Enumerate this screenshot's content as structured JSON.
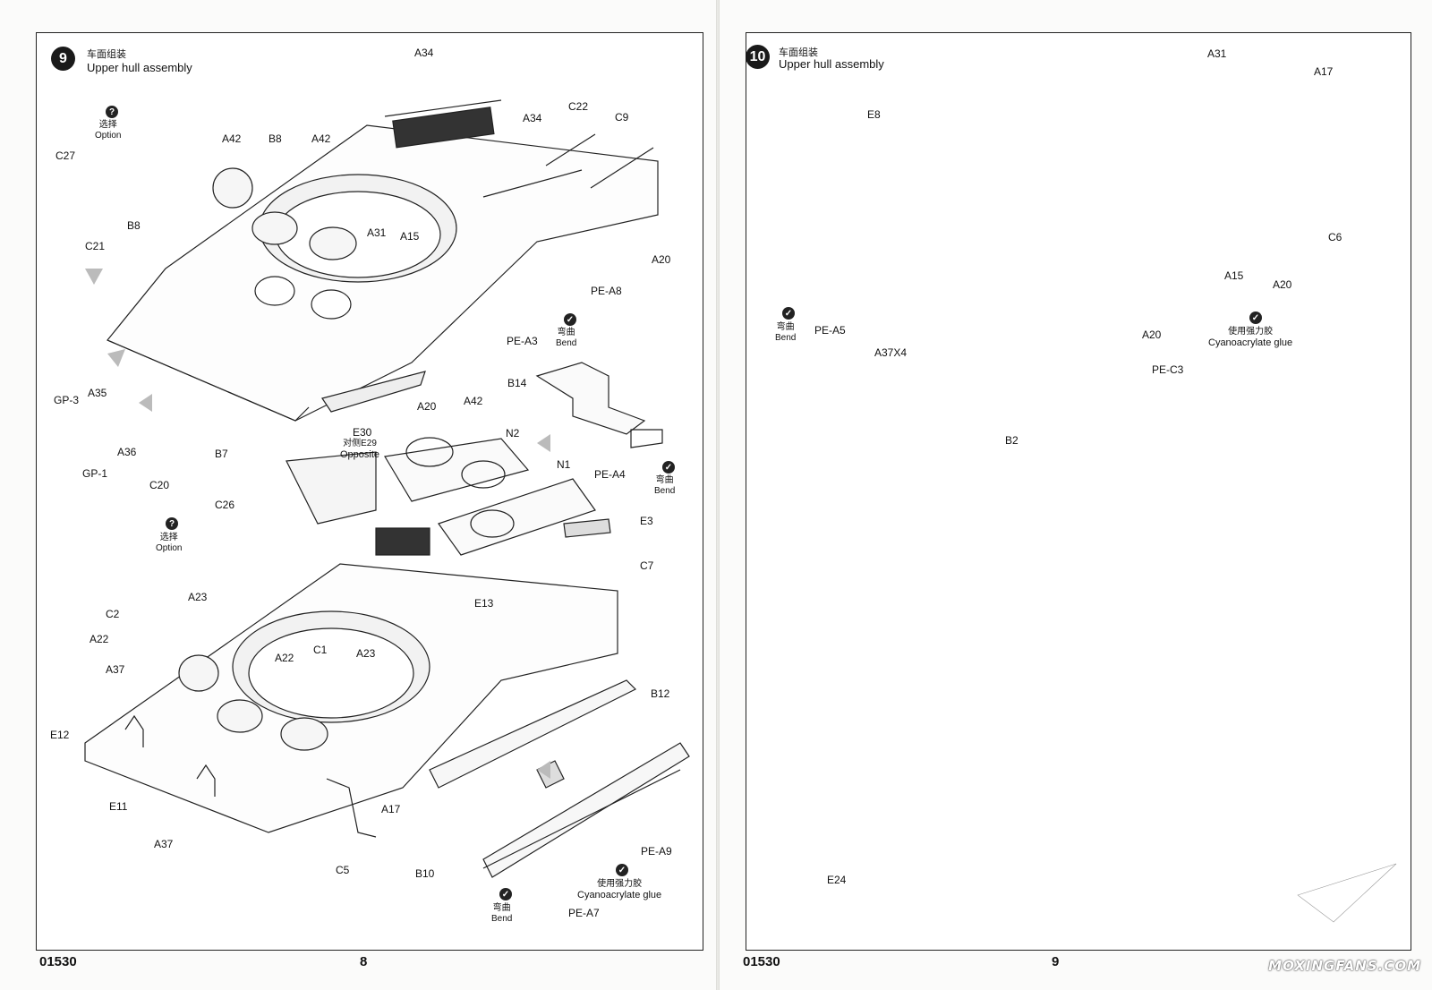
{
  "left_page": {
    "step_number": "9",
    "step_title_cn": "车面组装",
    "step_title_en": "Upper hull assembly",
    "option_cn": "选择",
    "option_en": "Option",
    "bend_cn": "弯曲",
    "bend_en": "Bend",
    "glue_cn": "使用强力胶",
    "glue_en": "Cyanoacrylate glue",
    "opposite_cn": "对侧E29",
    "opposite_en": "Opposite",
    "parts": {
      "A34a": "A34",
      "A34b": "A34",
      "C22": "C22",
      "C9": "C9",
      "A42a": "A42",
      "B8a": "B8",
      "A42b": "A42",
      "C27": "C27",
      "C21": "C21",
      "B8b": "B8",
      "A31": "A31",
      "A15": "A15",
      "A20a": "A20",
      "PEA8": "PE-A8",
      "PEA3": "PE-A3",
      "GP3": "GP-3",
      "A35": "A35",
      "A20b": "A20",
      "E30": "E30",
      "B14": "B14",
      "A42c": "A42",
      "N2": "N2",
      "N1": "N1",
      "GP1": "GP-1",
      "A36": "A36",
      "B7": "B7",
      "C20": "C20",
      "C26": "C26",
      "PEA4": "PE-A4",
      "E3": "E3",
      "C7": "C7",
      "C2": "C2",
      "A23a": "A23",
      "E13": "E13",
      "A22a": "A22",
      "C1": "C1",
      "A23b": "A23",
      "A22b": "A22",
      "A37a": "A37",
      "E12": "E12",
      "B12": "B12",
      "E11": "E11",
      "A17": "A17",
      "A37b": "A37",
      "C5": "C5",
      "PEA9": "PE-A9",
      "B10": "B10",
      "PEA7": "PE-A7"
    },
    "catalog_number": "01530",
    "page_number": "8"
  },
  "right_page": {
    "step_number": "10",
    "step_title_cn": "车面组装",
    "step_title_en": "Upper hull assembly",
    "bend_cn": "弯曲",
    "bend_en": "Bend",
    "glue_cn": "使用强力胶",
    "glue_en": "Cyanoacrylate glue",
    "parts": {
      "E8": "E8",
      "A31": "A31",
      "A17": "A17",
      "C6": "C6",
      "A15": "A15",
      "A20a": "A20",
      "PEA5": "PE-A5",
      "A37X4": "A37X4",
      "A20b": "A20",
      "PEC3": "PE-C3",
      "B2": "B2",
      "E24": "E24"
    },
    "catalog_number": "01530",
    "page_number": "9"
  },
  "watermark": "MOXINGFANS.COM"
}
